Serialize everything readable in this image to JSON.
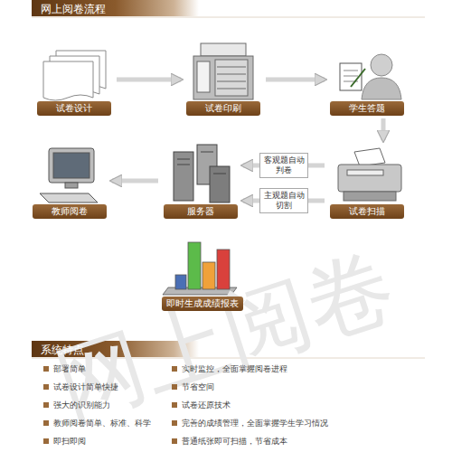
{
  "diagram": {
    "title": "网上阅卷流程",
    "nodes": [
      {
        "text": [
          "试卷设计"
        ]
      },
      {
        "text": [
          "试卷印刷"
        ]
      },
      {
        "text": [
          "学生答题"
        ]
      },
      {
        "text": [
          "试卷扫描"
        ]
      },
      {
        "text": [
          "服务器"
        ]
      },
      {
        "text": [
          "教师阅卷"
        ]
      },
      {
        "text": [
          "即时生成成绩报表"
        ]
      }
    ],
    "edges": [
      {
        "from": 0,
        "to": 1,
        "arrow": "to"
      },
      {
        "from": 1,
        "to": 2,
        "arrow": "to"
      },
      {
        "from": 2,
        "to": 3,
        "arrow": "to"
      },
      {
        "from": 3,
        "to": 4,
        "label": "客观题自动判卷",
        "arrow": "to"
      },
      {
        "from": 3,
        "to": 4,
        "label": "主观题自动切割",
        "arrow": "to"
      },
      {
        "from": 4,
        "to": 5,
        "arrow": "to"
      }
    ],
    "labels": [
      "系统特点",
      "部署简单",
      "试卷设计简单快捷",
      "强大的识别能力",
      "教师阅卷简单、标准、科学",
      "即扫即阅",
      "实时监控，全面掌握阅卷进程",
      "节省空间",
      "试卷还原技术",
      "完善的成绩管理，全面掌握学生学习情况",
      "普通纸张即可扫描，节省成本",
      "网上阅卷"
    ]
  }
}
